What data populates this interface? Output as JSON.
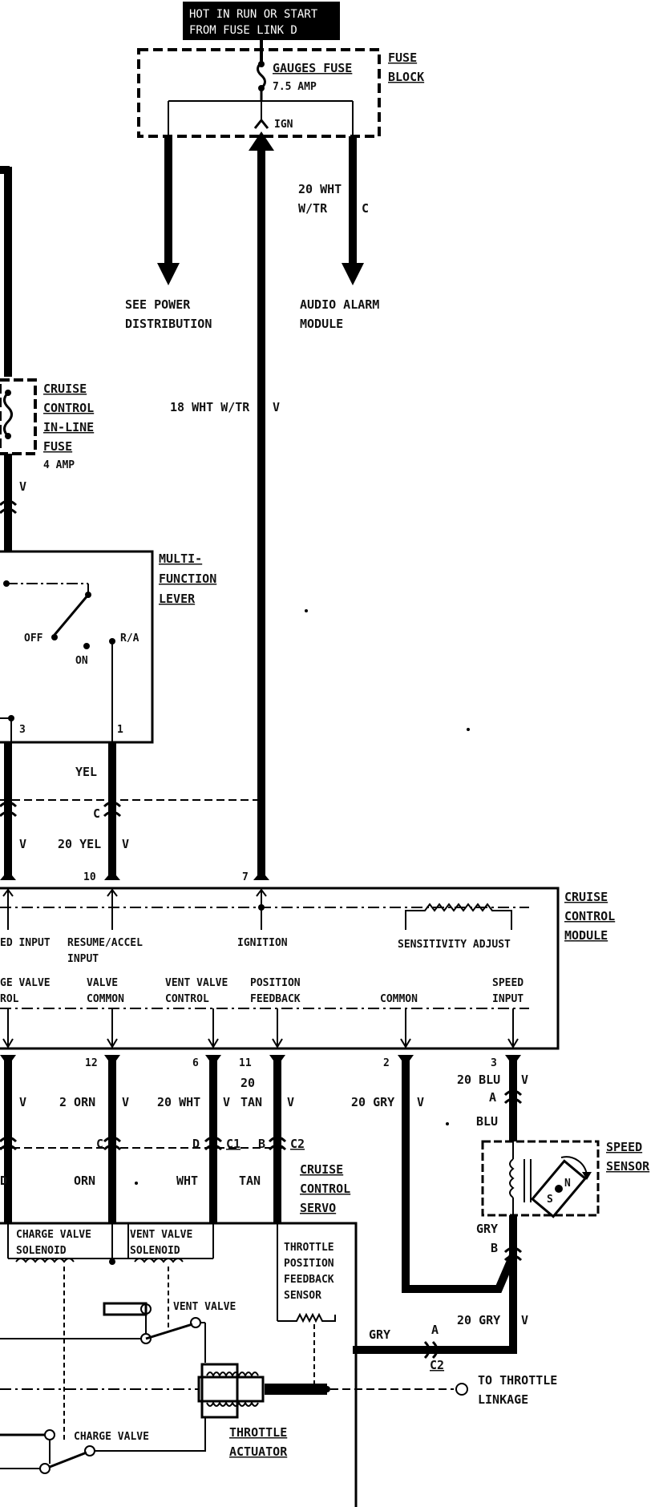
{
  "header_note": {
    "line1": "HOT IN RUN OR START",
    "line2": "FROM FUSE LINK D"
  },
  "fuse_block": {
    "title": [
      "FUSE",
      "BLOCK"
    ],
    "gauges_fuse": "GAUGES FUSE",
    "rating": "7.5 AMP",
    "ign": "IGN"
  },
  "top_wires": {
    "power_dist": [
      "SEE POWER",
      "DISTRIBUTION"
    ],
    "audio_wire": [
      "20 WHT",
      "W/TR"
    ],
    "audio_conn": "C",
    "audio_dest": [
      "AUDIO ALARM",
      "MODULE"
    ],
    "ign_wire": "18 WHT W/TR",
    "ign_conn": "V"
  },
  "inline_fuse": {
    "title": [
      "CRUISE",
      "CONTROL",
      "IN-LINE",
      "FUSE"
    ],
    "rating": "4 AMP",
    "conn": "V"
  },
  "lever": {
    "title": [
      "MULTI-",
      "FUNCTION",
      "LEVER"
    ],
    "off": "OFF",
    "on": "ON",
    "ra": "R/A",
    "pin3": "3",
    "pin1": "1"
  },
  "lever_wires": {
    "yel": "YEL",
    "conn_c": "C",
    "v_left": "V",
    "yel20": "20 YEL",
    "v_right": "V",
    "pin10": "10",
    "pin7": "7"
  },
  "module": {
    "title": [
      "CRUISE",
      "CONTROL",
      "MODULE"
    ],
    "inputs": {
      "ed_input": "ED INPUT",
      "resume": [
        "RESUME/ACCEL",
        "INPUT"
      ],
      "ignition": "IGNITION",
      "sensitivity": "SENSITIVITY ADJUST",
      "ge_valve": [
        "GE VALVE",
        "ROL"
      ],
      "valve_common": [
        "VALVE",
        "COMMON"
      ],
      "vent_control": [
        "VENT VALVE",
        "CONTROL"
      ],
      "position_fb": [
        "POSITION",
        "FEEDBACK"
      ],
      "common": "COMMON",
      "speed_input": [
        "SPEED",
        "INPUT"
      ]
    }
  },
  "lower_wires": {
    "pin12": "12",
    "pin6": "6",
    "pin11": "11",
    "pin2": "2",
    "pin3": "3",
    "v1": "V",
    "orn2": "2 ORN",
    "v2": "V",
    "wht20": "20 WHT",
    "v3": "V",
    "tan20a": "20",
    "tan20b": "TAN",
    "v4": "V",
    "gry20": "20 GRY",
    "v5": "V",
    "blu20": "20 BLU",
    "v6": "V",
    "a_blu": "A",
    "blu": "BLU",
    "c_orn": "C",
    "d_wht": "D",
    "c1": "C1",
    "b_tan": "B",
    "c2": "C2",
    "d_left": "D",
    "orn": "ORN",
    "wht": "WHT",
    "tan": "TAN"
  },
  "servo": {
    "title": [
      "CRUISE",
      "CONTROL",
      "SERVO"
    ],
    "charge_sol": [
      "CHARGE VALVE",
      "SOLENOID"
    ],
    "vent_sol": [
      "VENT VALVE",
      "SOLENOID"
    ],
    "tps": [
      "THROTTLE",
      "POSITION",
      "FEEDBACK",
      "SENSOR"
    ],
    "vent_valve": "VENT VALVE",
    "charge_valve": "CHARGE VALVE",
    "actuator": [
      "THROTTLE",
      "ACTUATOR"
    ]
  },
  "speed_sensor": {
    "title": [
      "SPEED",
      "SENSOR"
    ],
    "n": "N",
    "s": "S",
    "gry": "GRY",
    "b": "B",
    "gry20": "20 GRY",
    "v": "V",
    "gry_h": "GRY",
    "a": "A",
    "c2": "C2",
    "linkage": [
      "TO THROTTLE",
      "LINKAGE"
    ]
  }
}
